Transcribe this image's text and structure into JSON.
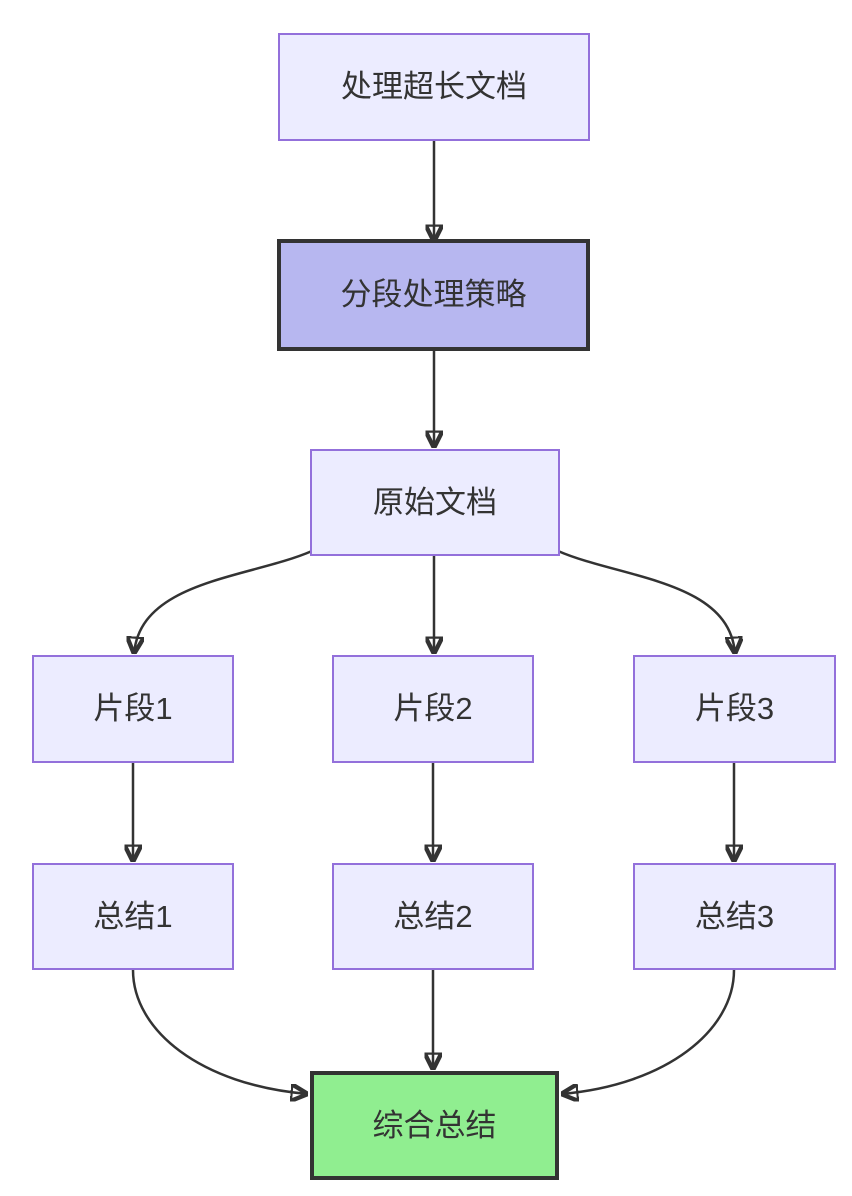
{
  "diagram": {
    "type": "flowchart",
    "direction": "top-down",
    "nodes": [
      {
        "id": "doc",
        "label": "处理超长文档",
        "style": "default"
      },
      {
        "id": "strategy",
        "label": "分段处理策略",
        "style": "emphasis-purple"
      },
      {
        "id": "original",
        "label": "原始文档",
        "style": "default"
      },
      {
        "id": "chunk1",
        "label": "片段1",
        "style": "default"
      },
      {
        "id": "chunk2",
        "label": "片段2",
        "style": "default"
      },
      {
        "id": "chunk3",
        "label": "片段3",
        "style": "default"
      },
      {
        "id": "summary1",
        "label": "总结1",
        "style": "default"
      },
      {
        "id": "summary2",
        "label": "总结2",
        "style": "default"
      },
      {
        "id": "summary3",
        "label": "总结3",
        "style": "default"
      },
      {
        "id": "final",
        "label": "综合总结",
        "style": "emphasis-green"
      }
    ],
    "edges": [
      {
        "from": "doc",
        "to": "strategy"
      },
      {
        "from": "strategy",
        "to": "original"
      },
      {
        "from": "original",
        "to": "chunk1"
      },
      {
        "from": "original",
        "to": "chunk2"
      },
      {
        "from": "original",
        "to": "chunk3"
      },
      {
        "from": "chunk1",
        "to": "summary1"
      },
      {
        "from": "chunk2",
        "to": "summary2"
      },
      {
        "from": "chunk3",
        "to": "summary3"
      },
      {
        "from": "summary1",
        "to": "final"
      },
      {
        "from": "summary2",
        "to": "final"
      },
      {
        "from": "summary3",
        "to": "final"
      }
    ]
  },
  "colors": {
    "background": "#ffffff",
    "node_fill": "#ececff",
    "node_border": "#9370db",
    "strategy_fill": "#b7b7f0",
    "final_fill": "#90ee90",
    "emphasis_border": "#333333",
    "edge": "#333333",
    "text": "#333333"
  }
}
